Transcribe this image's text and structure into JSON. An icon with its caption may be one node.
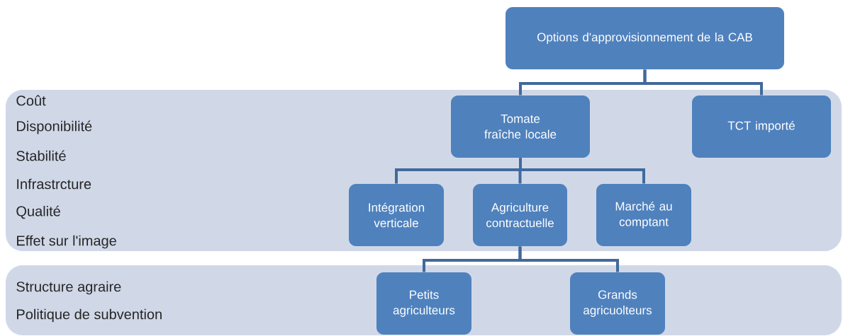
{
  "diagram": {
    "nodes": [
      {
        "text": [
          "Options d'approvisionnement de la CAB"
        ]
      },
      {
        "text": [
          "Coût",
          "Disponibilité",
          "Stabilité",
          "Infrastrcture",
          "Qualité",
          "Effet sur l'image"
        ]
      },
      {
        "text": [
          "Tomate fraîche locale"
        ],
        "in": 1
      },
      {
        "text": [
          "TCT importé"
        ],
        "in": 1
      },
      {
        "text": [
          "Intégration verticale"
        ],
        "in": 1
      },
      {
        "text": [
          "Agriculture contractuelle"
        ],
        "in": 1
      },
      {
        "text": [
          "Marché au comptant"
        ],
        "in": 1
      },
      {
        "text": [
          "Structure agraire",
          "Politique de subvention"
        ]
      },
      {
        "text": [
          "Petits agriculteurs"
        ],
        "in": 7
      },
      {
        "text": [
          "Grands agricuolteurs"
        ],
        "in": 7
      }
    ],
    "edges": [
      {
        "from": 0,
        "to": 2,
        "arrow": "none"
      },
      {
        "from": 0,
        "to": 3,
        "arrow": "none"
      },
      {
        "from": 2,
        "to": 4,
        "arrow": "none"
      },
      {
        "from": 2,
        "to": 5,
        "arrow": "none"
      },
      {
        "from": 2,
        "to": 6,
        "arrow": "none"
      },
      {
        "from": 5,
        "to": 8,
        "arrow": "none"
      },
      {
        "from": 5,
        "to": 9,
        "arrow": "none"
      }
    ]
  }
}
